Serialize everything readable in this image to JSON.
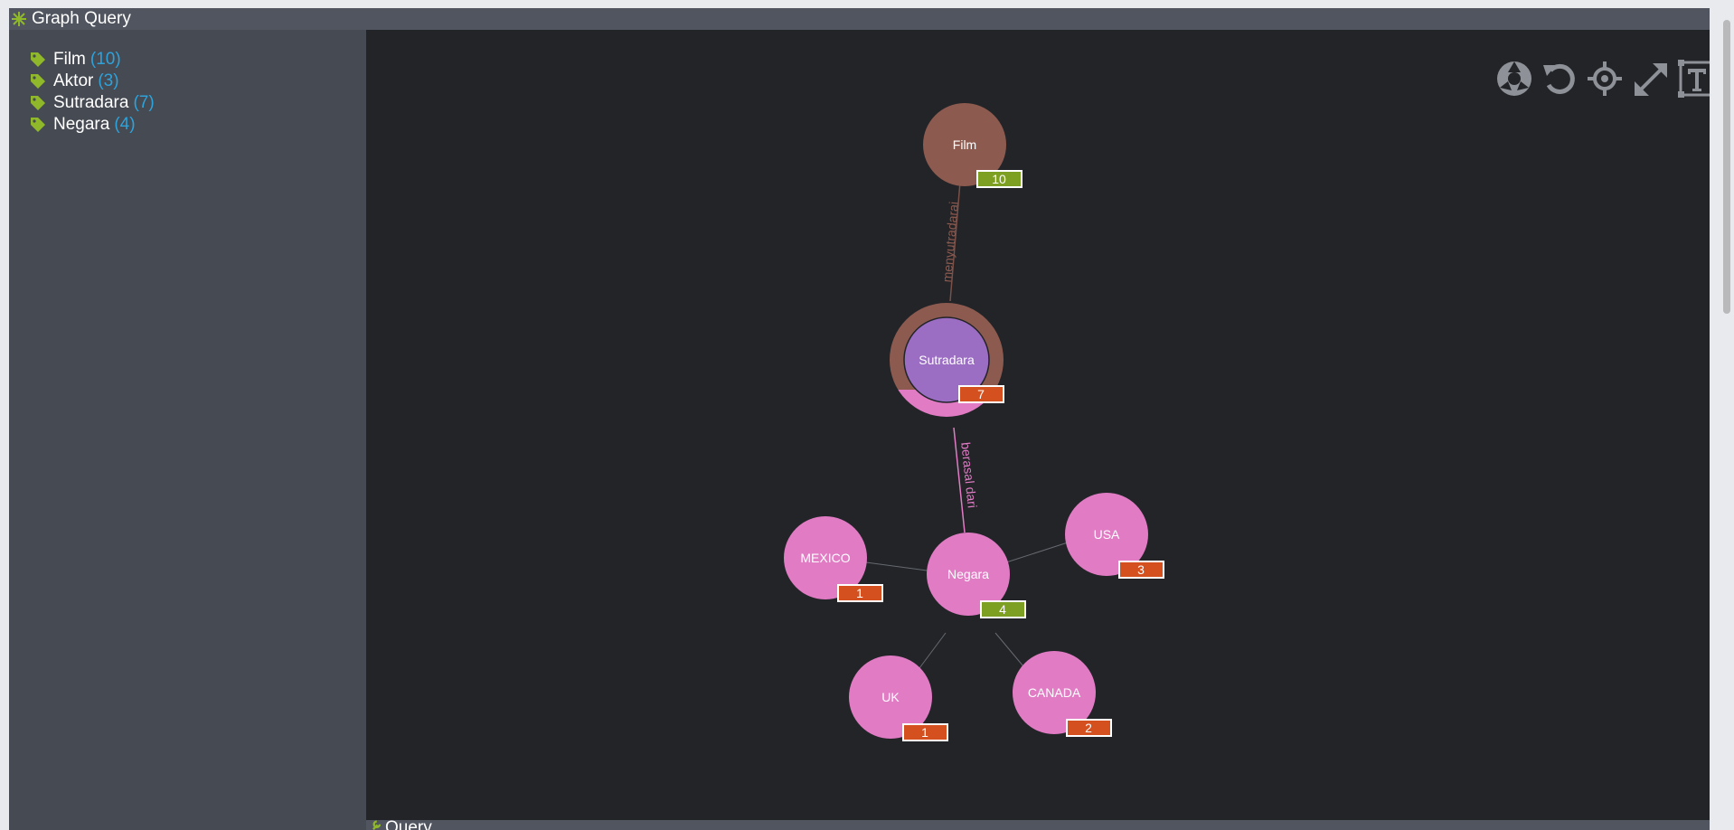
{
  "window": {
    "title": "Graph Query"
  },
  "legend": [
    {
      "label": "Film",
      "count": "(10)"
    },
    {
      "label": "Aktor",
      "count": "(3)"
    },
    {
      "label": "Sutradara",
      "count": "(7)"
    },
    {
      "label": "Negara",
      "count": "(4)"
    }
  ],
  "toolbar": {
    "icons": [
      "layout-icon",
      "undo-icon",
      "center-icon",
      "fullscreen-icon",
      "text-toggle-icon"
    ]
  },
  "graph": {
    "nodes": {
      "film": {
        "label": "Film",
        "badge": "10"
      },
      "sutradara": {
        "label": "Sutradara",
        "badge": "7"
      },
      "negara": {
        "label": "Negara",
        "badge": "4"
      },
      "mexico": {
        "label": "MEXICO",
        "badge": "1"
      },
      "usa": {
        "label": "USA",
        "badge": "3"
      },
      "uk": {
        "label": "UK",
        "badge": "1"
      },
      "canada": {
        "label": "CANADA",
        "badge": "2"
      }
    },
    "edges": {
      "film_sutradara": {
        "label": "menyutradarai"
      },
      "sutradara_negara": {
        "label": "berasal dari"
      }
    },
    "colors": {
      "film": "#8d5a4f",
      "sutradara": "#9b6ec4",
      "negara": "#e07bc4",
      "badge_green": "#7ea022",
      "badge_red": "#d4501f"
    }
  },
  "bottom_panel": {
    "title": "Query"
  }
}
